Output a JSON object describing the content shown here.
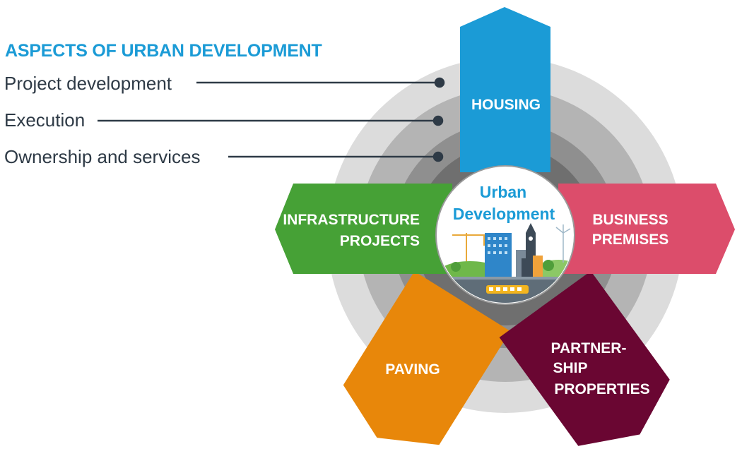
{
  "heading": "ASPECTS OF URBAN DEVELOPMENT",
  "aspects": [
    "Project development",
    "Execution",
    "Ownership and services"
  ],
  "center": {
    "line1": "Urban",
    "line2": "Development"
  },
  "arms": {
    "housing": {
      "label": "HOUSING",
      "color": "#1b9bd6"
    },
    "infrastructure": {
      "line1": "INFRASTRUCTURE",
      "line2": "PROJECTS",
      "color": "#46a136"
    },
    "business": {
      "line1": "BUSINESS",
      "line2": "PREMISES",
      "color": "#dc4d6b"
    },
    "paving": {
      "label": "PAVING",
      "color": "#e8870a"
    },
    "partnership": {
      "line1": "PARTNER-",
      "line2": "SHIP",
      "line3": "PROPERTIES",
      "color": "#6a0632"
    }
  },
  "rings": {
    "outer": "#dcdcdc",
    "middle": "#b4b4b4",
    "inner": "#8f8f8f",
    "core": "#6f6f6f"
  },
  "connector_color": "#2e3a46"
}
